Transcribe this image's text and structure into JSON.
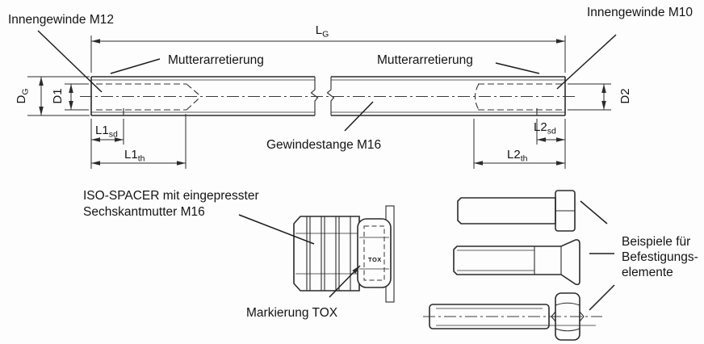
{
  "figure": {
    "background": "#fdfdfd",
    "line_color": "#2b2b2b",
    "text_color": "#141414"
  },
  "callouts": {
    "inner_thread_left": "Innengewinde M12",
    "inner_thread_right": "Innengewinde M10",
    "nut_lock_left": "Mutterarretierung",
    "nut_lock_right": "Mutterarretierung",
    "threaded_rod": "Gewindestange M16",
    "spacer_line1": "ISO-SPACER mit eingepresster",
    "spacer_line2": "Sechskantmutter M16",
    "tox_marking_label": "Markierung TOX",
    "tox_stamp": "TOX",
    "fastener_examples_line1": "Beispiele für",
    "fastener_examples_line2": "Befestigungs-",
    "fastener_examples_line3": "elemente"
  },
  "dimensions": {
    "overall_length": {
      "main": "L",
      "sub": "G"
    },
    "outer_diameter": {
      "main": "D",
      "sub": "G"
    },
    "bore_diameter_left": {
      "main": "D1"
    },
    "bore_diameter_right": {
      "main": "D2"
    },
    "l1_sd": {
      "main": "L1",
      "sub": "sd"
    },
    "l1_th": {
      "main": "L1",
      "sub": "th"
    },
    "l2_sd": {
      "main": "L2",
      "sub": "sd"
    },
    "l2_th": {
      "main": "L2",
      "sub": "th"
    }
  }
}
